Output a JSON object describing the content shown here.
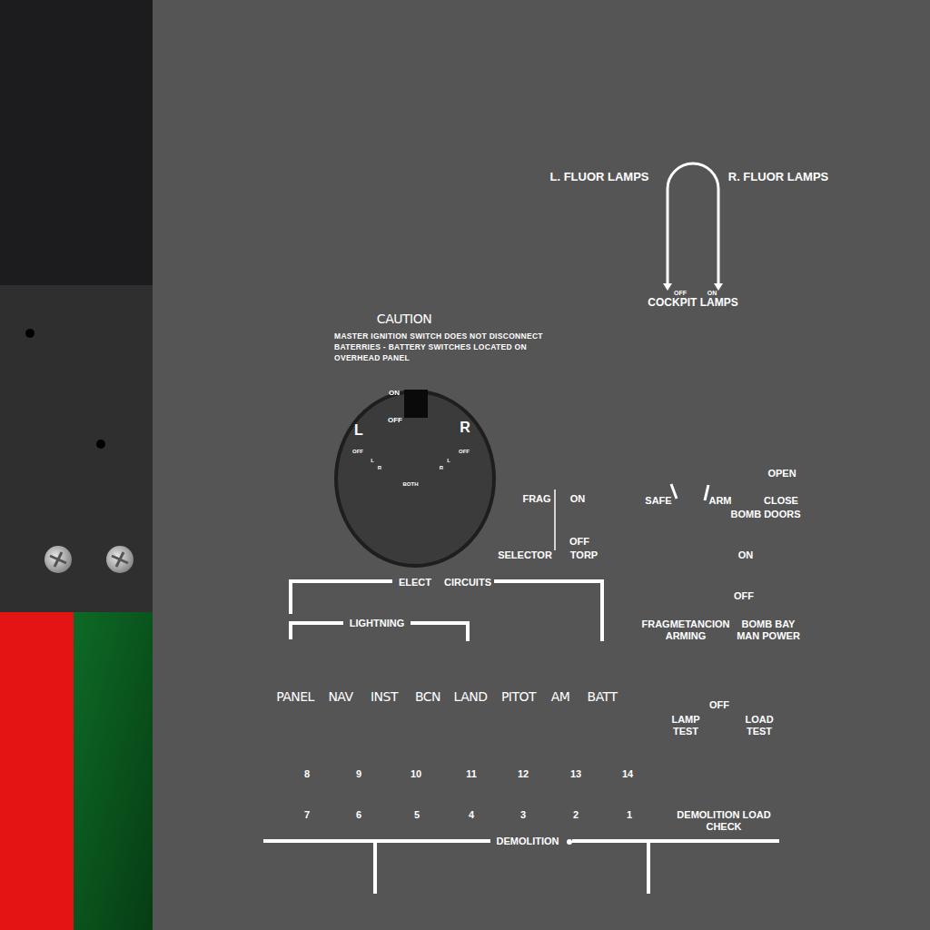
{
  "diagram": {
    "nodes": [
      {
        "text": [
          "ON",
          "OFF",
          "L",
          "R",
          "OFF",
          "L",
          "R",
          "OFF",
          "L",
          "R",
          "BOTH"
        ]
      }
    ],
    "labels": [
      "L. FLUOR LAMPS",
      "R. FLUOR LAMPS",
      "OFF",
      "ON",
      "COCKPIT LAMPS",
      "CAUTION",
      "MASTER IGNITION SWITCH DOES NOT DISCONNECT BATERRIES - BATTERY SWITCHES LOCATED ON OVERHEAD PANEL",
      "OPEN",
      "SAFE",
      "ARM",
      "CLOSE",
      "BOMB DOORS",
      "FRAG",
      "ON",
      "OFF",
      "TORP",
      "SELECTOR",
      "ON",
      "ELECT",
      "CIRCUITS",
      "OFF",
      "LIGHTNING",
      "FRAGMETANCION ARMING",
      "BOMB BAY MAN POWER",
      "PANEL",
      "NAV",
      "INST",
      "BCN",
      "LAND",
      "PITOT",
      "AM",
      "BATT",
      "OFF",
      "LAMP TEST",
      "LOAD TEST",
      "8",
      "9",
      "10",
      "11",
      "12",
      "13",
      "14",
      "7",
      "6",
      "5",
      "4",
      "3",
      "2",
      "1",
      "DEMOLITION LOAD CHECK",
      "DEMOLITION"
    ]
  }
}
